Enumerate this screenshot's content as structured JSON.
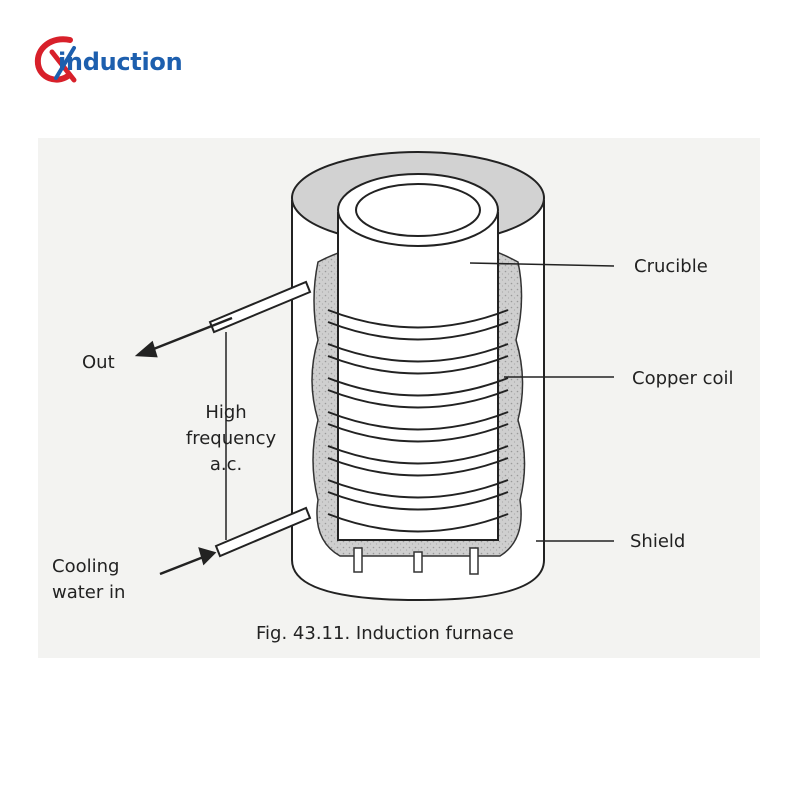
{
  "brand": {
    "name": "induction",
    "mark": "CX",
    "colors": {
      "red": "#d8202a",
      "blue": "#1d5fae"
    }
  },
  "figure": {
    "caption": "Fig. 43.11. Induction furnace",
    "labels": {
      "crucible": "Crucible",
      "copper_coil": "Copper coil",
      "shield": "Shield",
      "out": "Out",
      "high_frequency_line1": "High",
      "high_frequency_line2": "frequency",
      "high_frequency_line3": "a.c.",
      "cooling_line1": "Cooling",
      "cooling_line2": "water in"
    }
  }
}
